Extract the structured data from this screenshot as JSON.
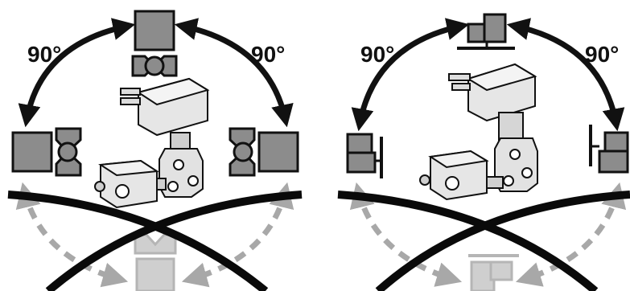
{
  "colors": {
    "ink": "#111111",
    "actuator_fill": "#8c8c8c",
    "ghost_fill": "#cfcfcf",
    "ghost_arrow": "#a8a8a8",
    "cross": "#0a0a0a"
  },
  "panels": [
    {
      "id": "left",
      "top_label_left": "90°",
      "top_label_right": "90°",
      "mount_positions": [
        "top",
        "left",
        "right"
      ],
      "forbidden_position": "bottom",
      "symbol": "actuator-on-valve-icon"
    },
    {
      "id": "right",
      "top_label_left": "90°",
      "top_label_right": "90°",
      "mount_positions": [
        "top",
        "left",
        "right"
      ],
      "forbidden_position": "bottom",
      "symbol": "actuator-with-bracket-icon"
    }
  ]
}
